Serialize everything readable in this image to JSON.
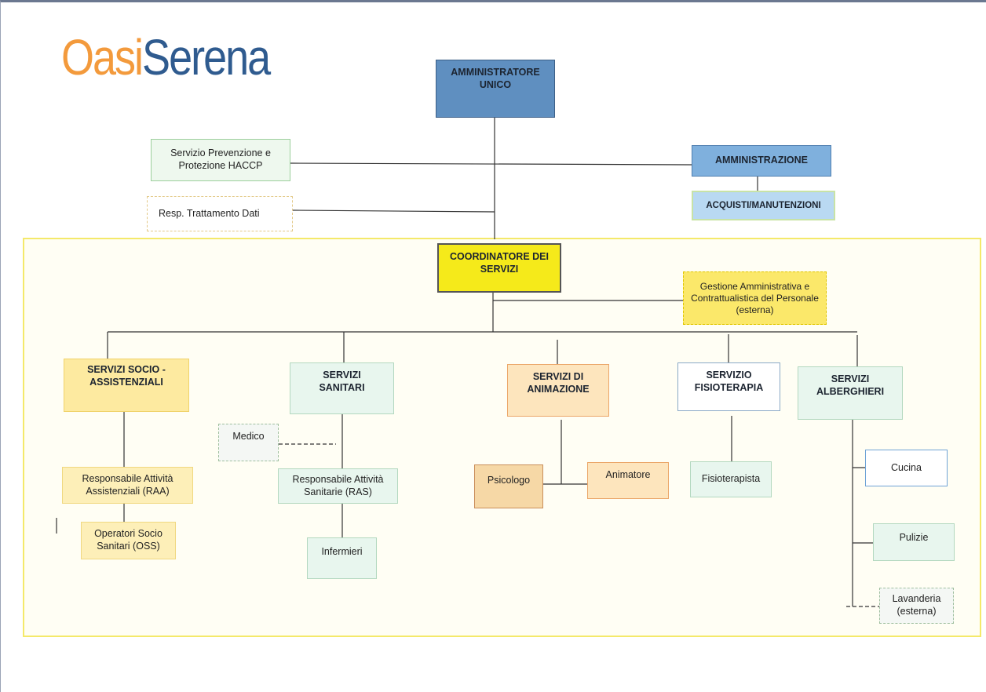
{
  "logo": {
    "part1": "Oasi",
    "part2": "Serena"
  },
  "nodes": {
    "amministratore": "AMMINISTRATORE UNICO",
    "prevenzione": "Servizio Prevenzione e Protezione HACCP",
    "trattamento": "Resp. Trattamento Dati",
    "amministrazione": "AMMINISTRAZIONE",
    "acquisti": "ACQUISTI/MANUTENZIONI",
    "coordinatore": "COORDINATORE DEI SERVIZI",
    "gestione": "Gestione Amministrativa e Contrattualistica del Personale (esterna)",
    "socio": "SERVIZI SOCIO - ASSISTENZIALI",
    "sanitari": "SERVIZI SANITARI",
    "animazione": "SERVIZI DI ANIMAZIONE",
    "fisioterapia": "SERVIZIO FISIOTERAPIA",
    "alberghieri": "SERVIZI ALBERGHIERI",
    "raa": "Responsabile Attività Assistenziali (RAA)",
    "oss": "Operatori Socio Sanitari (OSS)",
    "medico": "Medico",
    "ras": "Responsabile Attività Sanitarie (RAS)",
    "infermieri": "Infermieri",
    "psicologo": "Psicologo",
    "animatore": "Animatore",
    "fisioterapista": "Fisioterapista",
    "cucina": "Cucina",
    "pulizie": "Pulizie",
    "lavanderia": "Lavanderia (esterna)"
  }
}
